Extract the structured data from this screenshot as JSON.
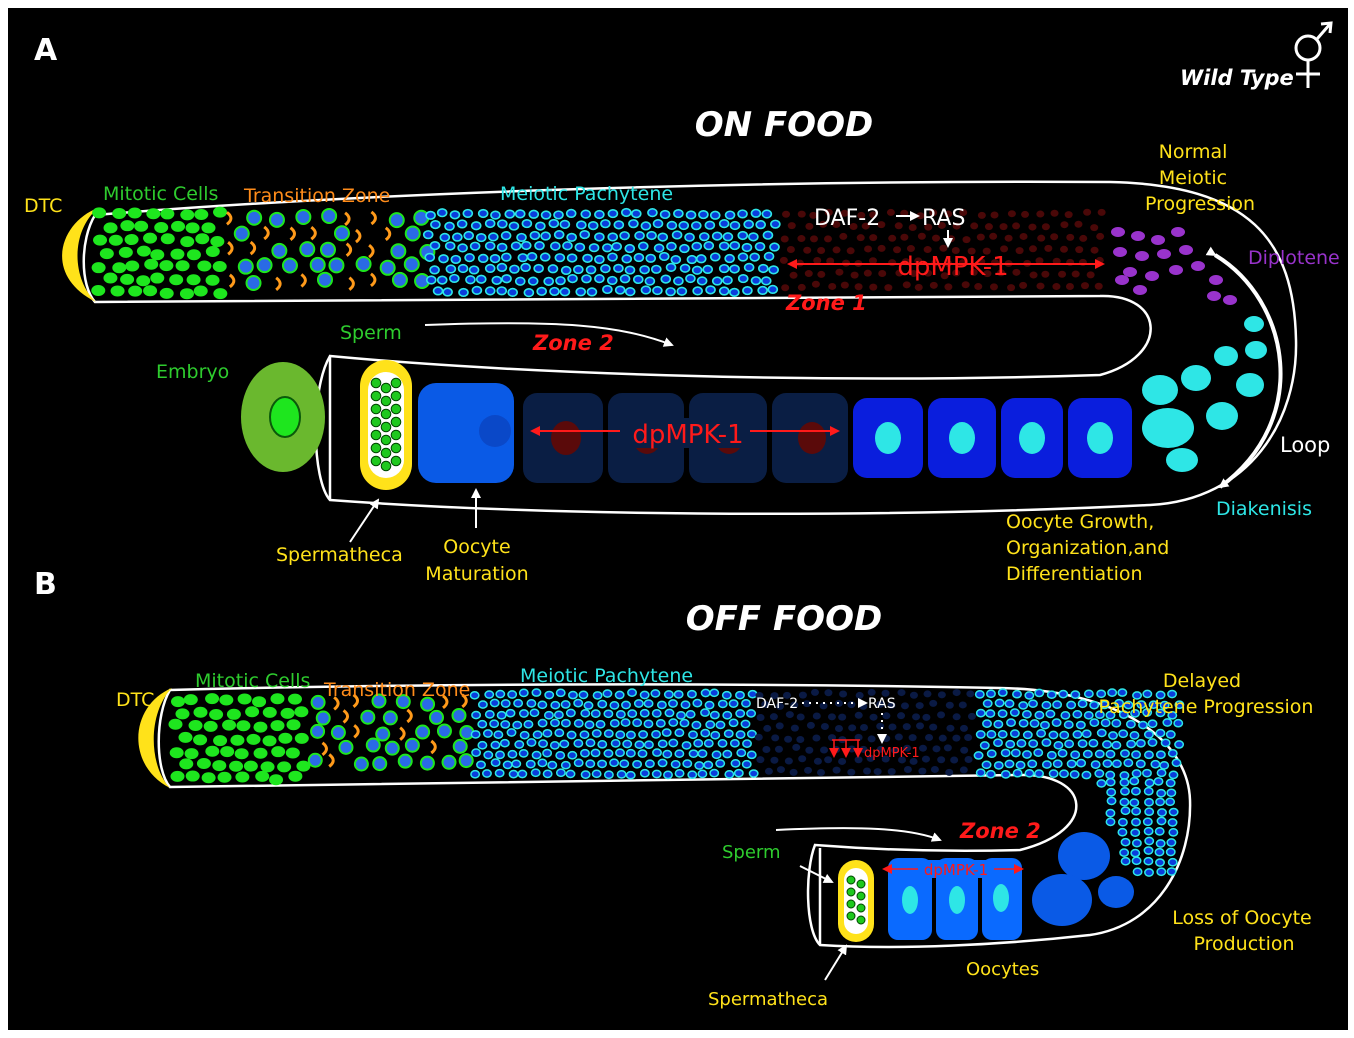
{
  "colors": {
    "background": "#000000",
    "green": "#2ecc2e",
    "orange": "#ff8c1a",
    "cyan": "#2ee6e6",
    "yellow": "#ffe21a",
    "purple": "#9933cc",
    "red": "#ff1a1a",
    "blue": "#0a46ff",
    "white": "#ffffff"
  },
  "icons": {
    "hermaphrodite_symbol": "hermaphrodite-symbol-icon"
  },
  "panel_a": {
    "letter": "A",
    "title": "ON FOOD",
    "genotype": "Wild Type",
    "labels": {
      "dtc": "DTC",
      "mitotic": "Mitotic Cells",
      "transition": "Transition Zone",
      "pachytene": "Meiotic Pachytene",
      "normal_1": "Normal",
      "normal_2": "Meiotic",
      "normal_3": "Progression",
      "diplotene": "Diplotene",
      "loop": "Loop",
      "diakinesis": "Diakenisis",
      "daf2": "DAF-2",
      "ras": "RAS",
      "dpmpk_top": "dpMPK-1",
      "zone1": "Zone 1",
      "sperm": "Sperm",
      "zone2": "Zone 2",
      "embryo": "Embryo",
      "dpmpk_bottom": "dpMPK-1",
      "spermatheca": "Spermatheca",
      "maturation_1": "Oocyte",
      "maturation_2": "Maturation",
      "growth_1": "Oocyte Growth,",
      "growth_2": "Organization,and",
      "growth_3": "Differentiation"
    }
  },
  "panel_b": {
    "letter": "B",
    "title": "OFF FOOD",
    "labels": {
      "dtc": "DTC",
      "mitotic": "Mitotic Cells",
      "transition": "Transition Zone",
      "pachytene": "Meiotic Pachytene",
      "delayed_1": "Delayed",
      "delayed_2": "Pachytene Progression",
      "daf2": "DAF-2",
      "ras": "RAS",
      "dpmpk_small": "dpMPK-1",
      "zone2": "Zone 2",
      "dpmpk_oocytes": "dpMPK-1",
      "sperm": "Sperm",
      "spermatheca": "Spermatheca",
      "oocytes": "Oocytes",
      "loss_1": "Loss of Oocyte",
      "loss_2": "Production"
    }
  }
}
